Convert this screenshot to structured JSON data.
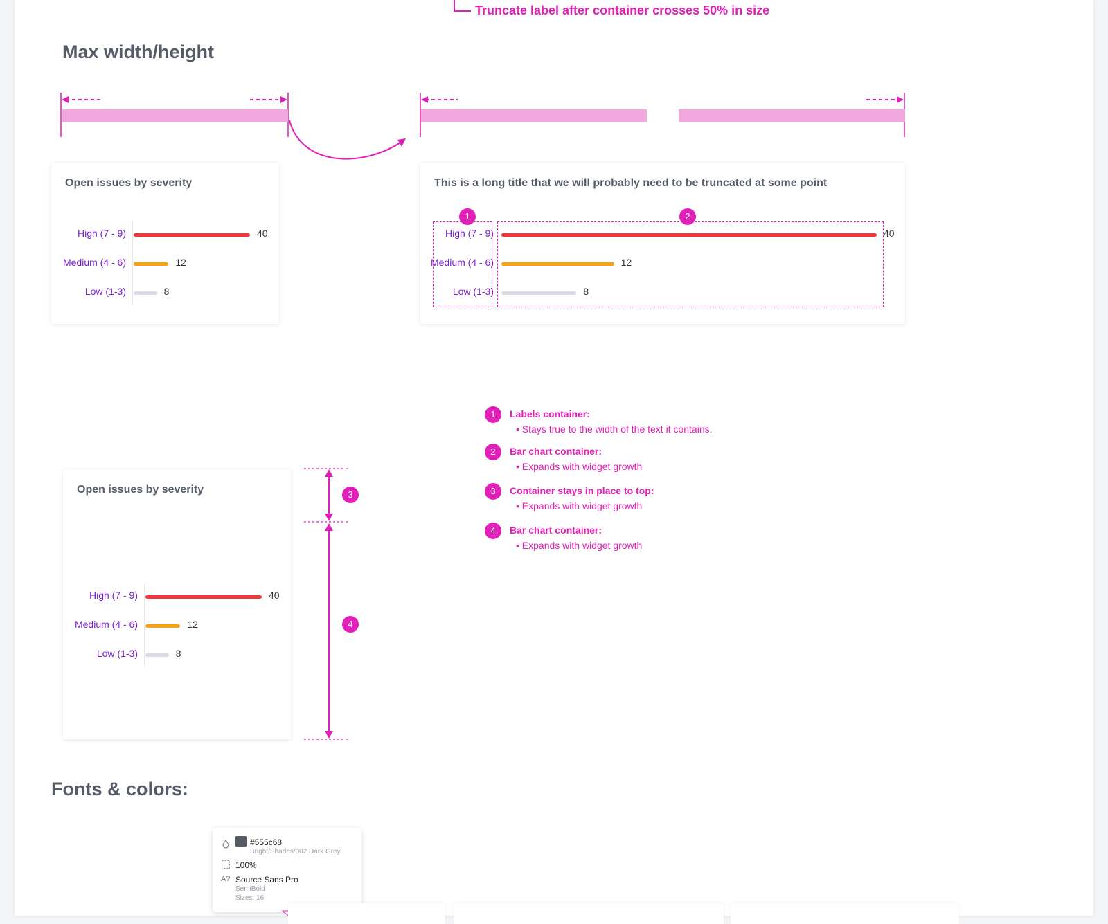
{
  "top_annotation": "Truncate label after container crosses 50% in size",
  "section_max": "Max width/height",
  "section_fonts": "Fonts & colors:",
  "card_small": {
    "title": "Open issues by severity",
    "rows": [
      {
        "label": "High (7 - 9)",
        "value": 40,
        "color": "#f5353a"
      },
      {
        "label": "Medium (4 - 6)",
        "value": 12,
        "color": "#f9a30c"
      },
      {
        "label": "Low (1-3)",
        "value": 8,
        "color": "#d9dce3"
      }
    ]
  },
  "card_wide": {
    "title": "This is a long title that we will probably need to be truncated at some point",
    "rows": [
      {
        "label": "High (7 - 9)",
        "value": 40,
        "color": "#f5353a"
      },
      {
        "label": "Medium (4 - 6)",
        "value": 12,
        "color": "#f9a30c"
      },
      {
        "label": "Low (1-3)",
        "value": 8,
        "color": "#d9dce3"
      }
    ]
  },
  "card_tall": {
    "title": "Open issues by severity",
    "rows": [
      {
        "label": "High (7 - 9)",
        "value": 40,
        "color": "#f5353a"
      },
      {
        "label": "Medium (4 - 6)",
        "value": 12,
        "color": "#f9a30c"
      },
      {
        "label": "Low (1-3)",
        "value": 8,
        "color": "#d9dce3"
      }
    ]
  },
  "badges": [
    "1",
    "2",
    "3",
    "4"
  ],
  "notes": [
    {
      "num": "1",
      "head": "Labels container:",
      "bullet": "Stays true to the width of the text it contains."
    },
    {
      "num": "2",
      "head": "Bar chart container:",
      "bullet": "Expands with widget growth"
    },
    {
      "num": "3",
      "head": "Container stays in place to top:",
      "bullet": "Expands with widget growth"
    },
    {
      "num": "4",
      "head": "Bar chart container:",
      "bullet": "Expands with widget growth"
    }
  ],
  "inspector": {
    "color_hex": "#555c68",
    "color_name": "Bright/Shades/002 Dark Grey",
    "opacity": "100%",
    "font_family": "Source Sans Pro",
    "font_weight": "SemiBold",
    "font_sizes": "Sizes: 16",
    "icon_fill": "droplet-icon",
    "icon_opacity": "opacity-grid-icon",
    "icon_font": "A?"
  },
  "chart_data": [
    {
      "type": "bar",
      "title": "Open issues by severity",
      "categories": [
        "High (7 - 9)",
        "Medium (4 - 6)",
        "Low (1-3)"
      ],
      "values": [
        40,
        12,
        8
      ],
      "orientation": "horizontal"
    },
    {
      "type": "bar",
      "title": "This is a long title that we will probably need to be truncated at some point",
      "categories": [
        "High (7 - 9)",
        "Medium (4 - 6)",
        "Low (1-3)"
      ],
      "values": [
        40,
        12,
        8
      ],
      "orientation": "horizontal"
    },
    {
      "type": "bar",
      "title": "Open issues by severity",
      "categories": [
        "High (7 - 9)",
        "Medium (4 - 6)",
        "Low (1-3)"
      ],
      "values": [
        40,
        12,
        8
      ],
      "orientation": "horizontal"
    }
  ]
}
